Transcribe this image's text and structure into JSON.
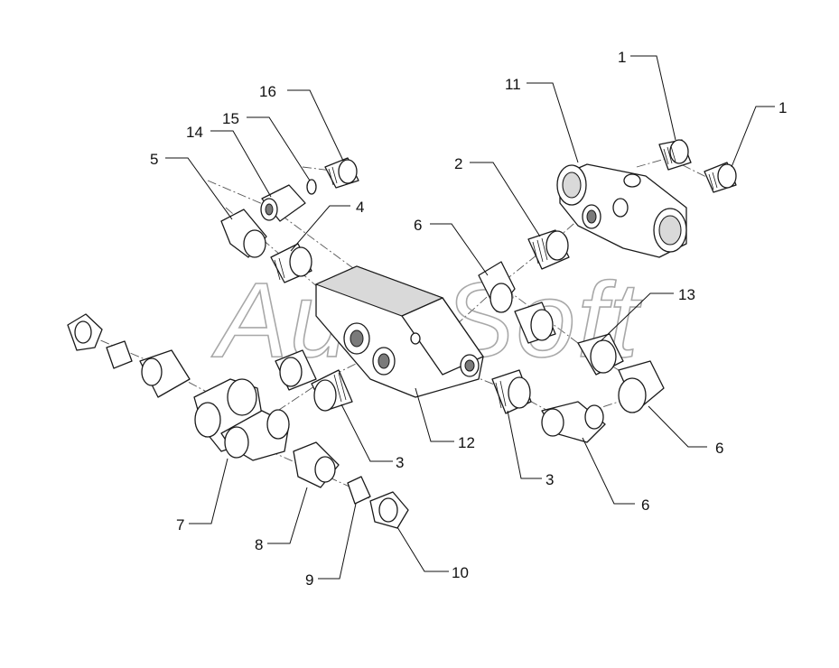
{
  "diagram": {
    "watermark": "AutoSoft",
    "callouts": [
      "1",
      "1",
      "11",
      "16",
      "15",
      "14",
      "5",
      "4",
      "2",
      "6",
      "13",
      "3",
      "12",
      "3",
      "6",
      "6",
      "7",
      "8",
      "9",
      "10"
    ]
  }
}
